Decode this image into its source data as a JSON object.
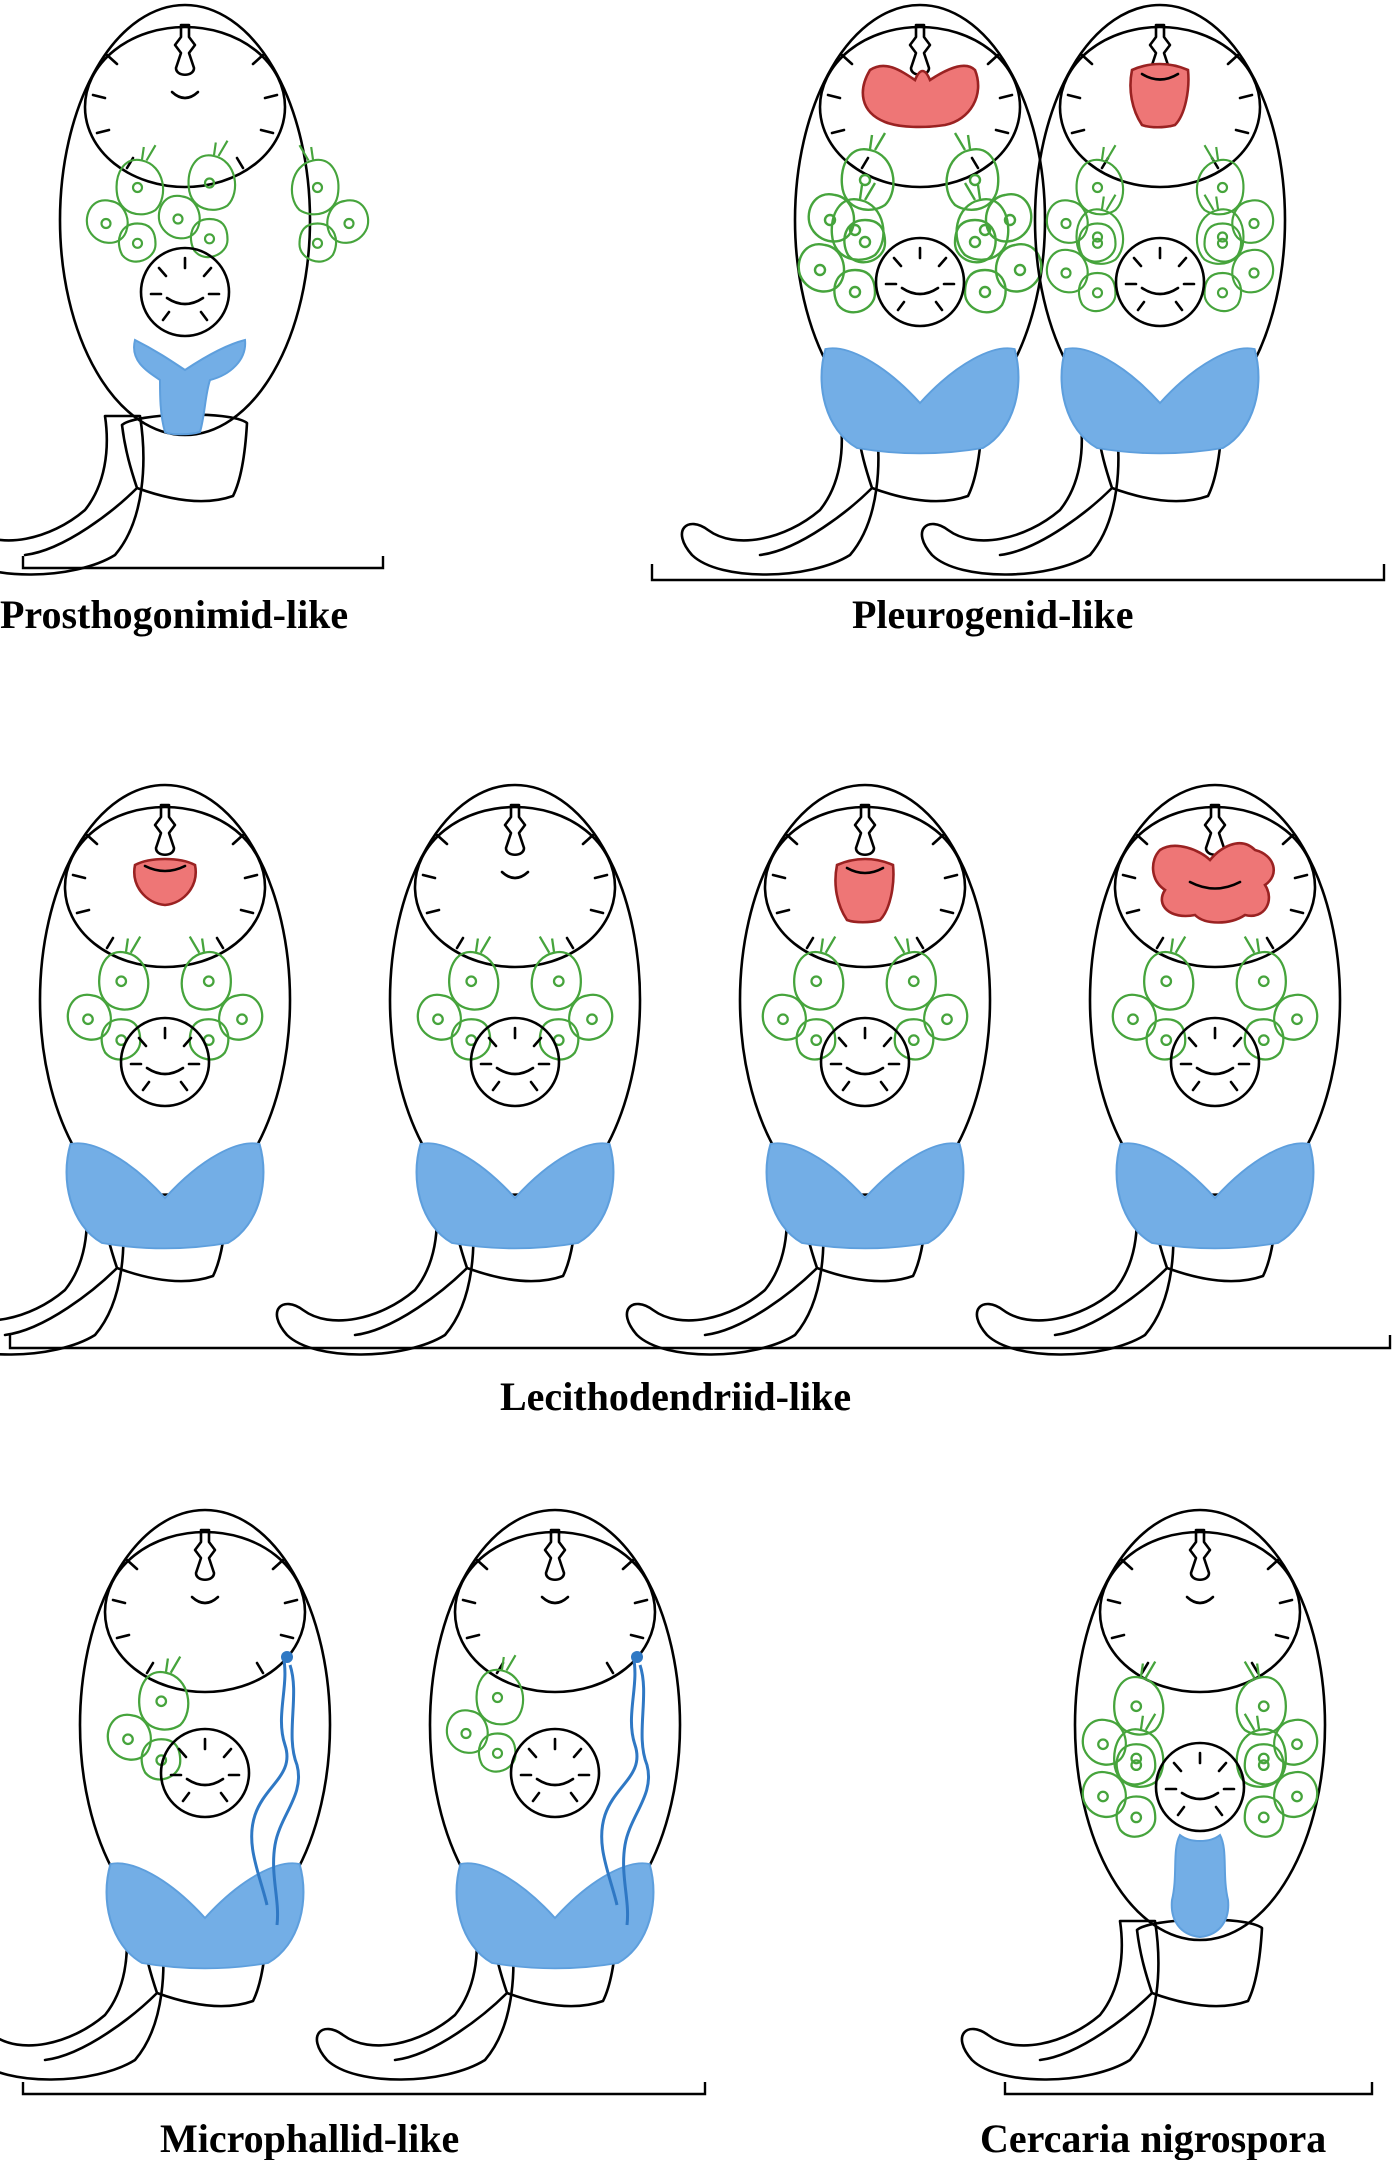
{
  "figure": {
    "groups": [
      {
        "id": "prosthogonimid",
        "label": "Prosthogonimid-like"
      },
      {
        "id": "pleurogenid",
        "label": "Pleurogenid-like"
      },
      {
        "id": "lecithodendriid",
        "label": "Lecithodendriid-like"
      },
      {
        "id": "microphallid",
        "label": "Microphallid-like"
      },
      {
        "id": "cercaria",
        "label": "Cercaria nigrospora"
      }
    ],
    "colors": {
      "outline": "#000000",
      "glands": "#46a43c",
      "excretory": "#73aee6",
      "excretory_duct": "#2f78c4",
      "virgula_organ": "#ee7676",
      "virgula_stipple": "#8b1e1e"
    }
  }
}
